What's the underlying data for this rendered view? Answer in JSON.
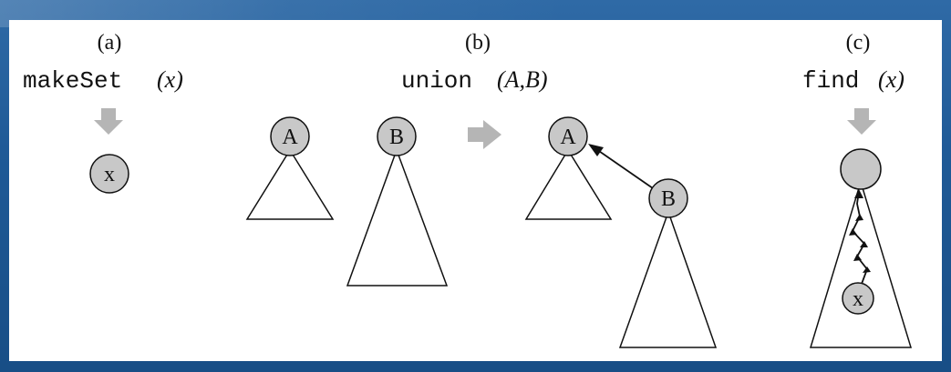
{
  "panels": [
    {
      "label": "(a)",
      "func": "makeSet",
      "arg": "(x)"
    },
    {
      "label": "(b)",
      "func": "union",
      "arg": "(A,B)"
    },
    {
      "label": "(c)",
      "func": "find",
      "arg": "(x)"
    }
  ],
  "nodes": {
    "a_x": "x",
    "b_A_left": "A",
    "b_B_left": "B",
    "b_A_right": "A",
    "b_B_right": "B",
    "c_root": "",
    "c_x": "x"
  },
  "colors": {
    "node_fill": "#c8c8c8",
    "arrow_gray": "#b5b5b5",
    "stroke": "#111111",
    "frame": "#1f5a97"
  }
}
